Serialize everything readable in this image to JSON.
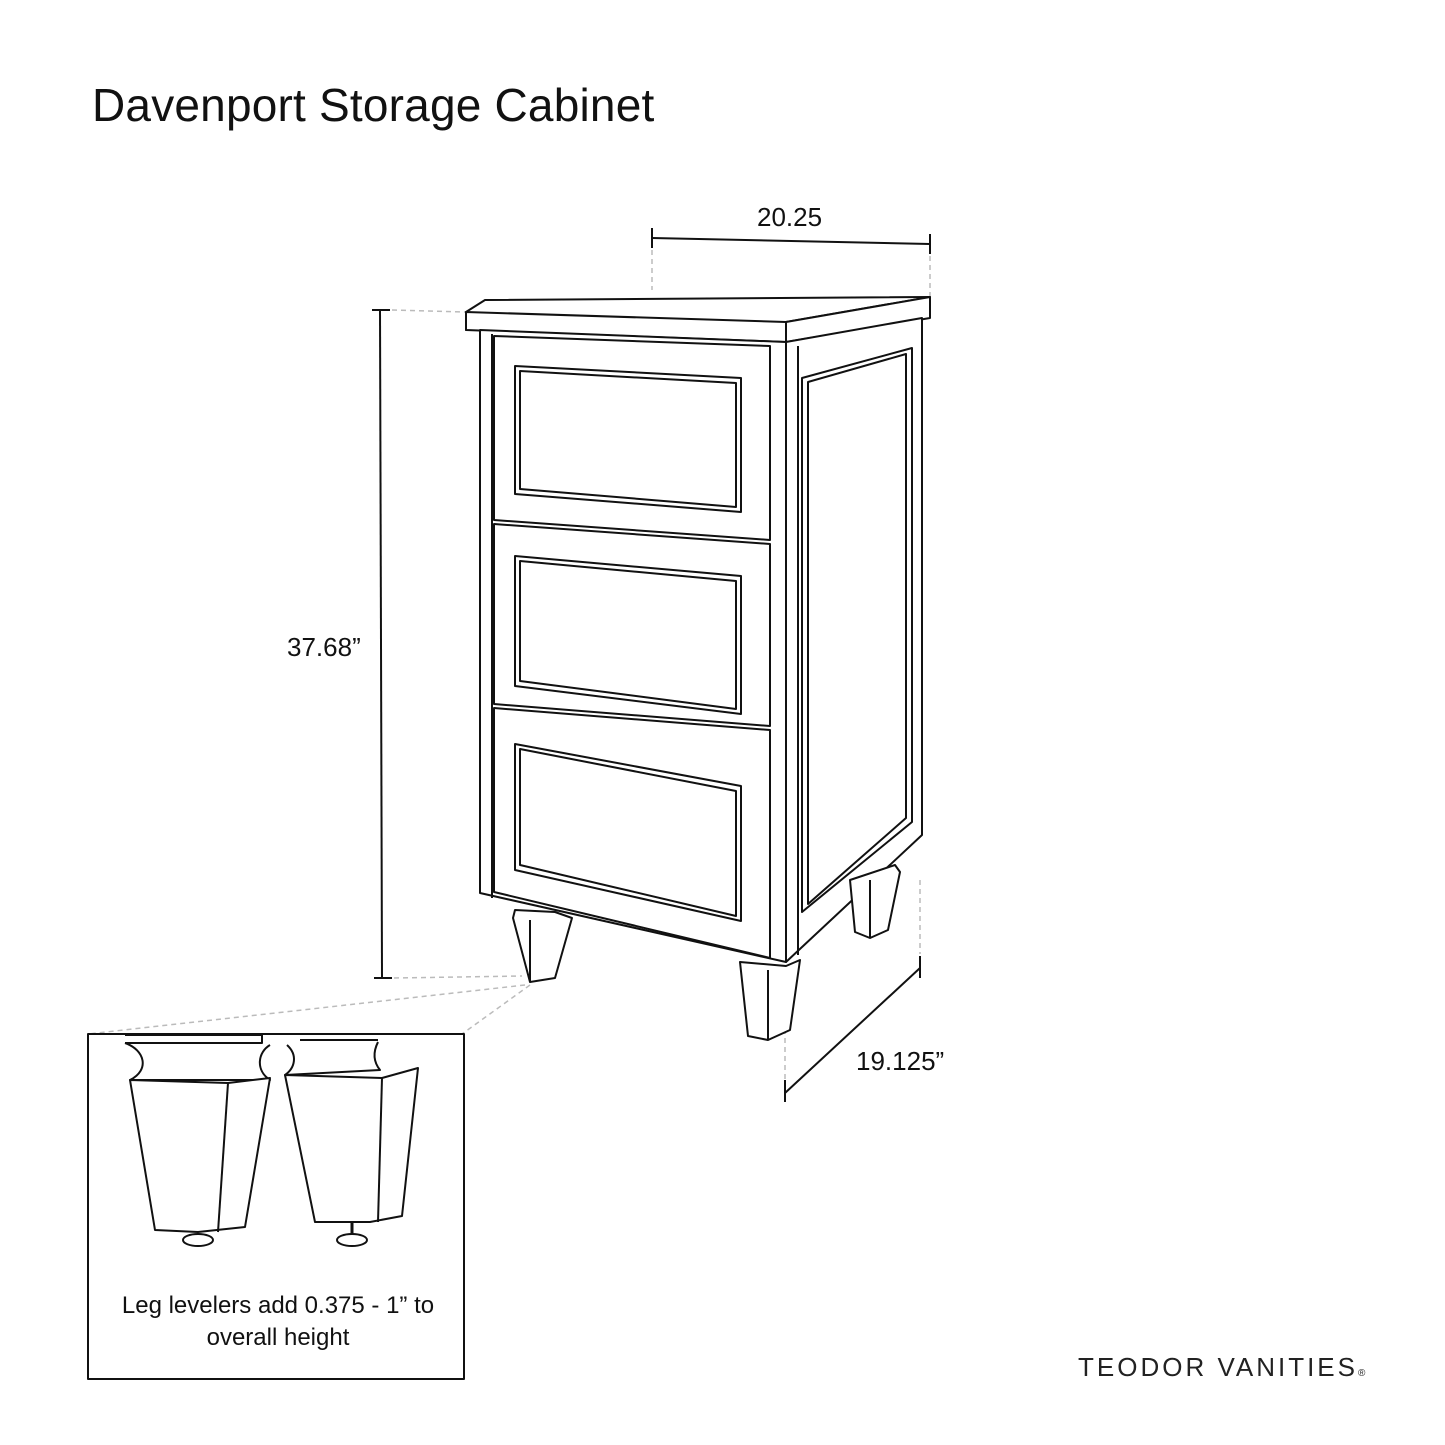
{
  "title": "Davenport Storage Cabinet",
  "dimensions": {
    "width": "20.25",
    "height": "37.68”",
    "depth": "19.125”"
  },
  "inset": {
    "caption_line1": "Leg levelers add 0.375 - 1” to",
    "caption_line2": "overall height"
  },
  "brand": {
    "name": "TEODOR VANITIES",
    "mark": "®"
  },
  "drawer_count": 3,
  "colors": {
    "line": "#111111",
    "dashed_guide": "#b5b5b5",
    "background": "#ffffff"
  }
}
